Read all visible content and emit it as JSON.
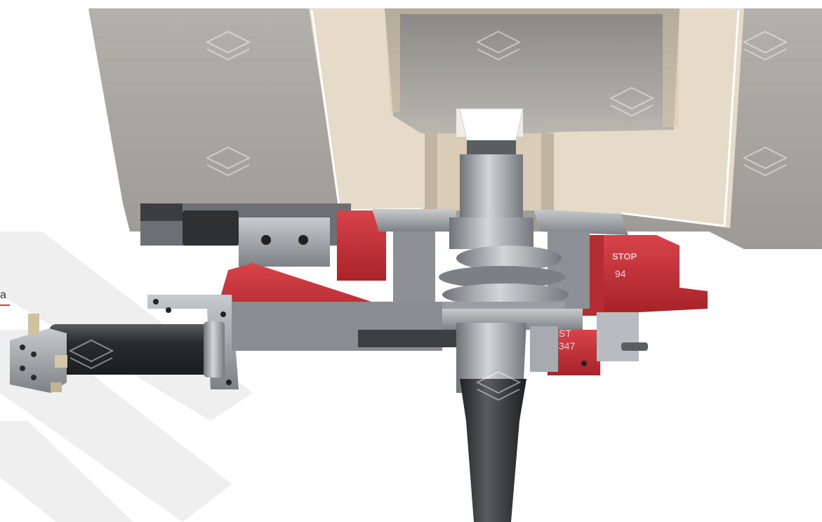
{
  "edge_text": "a",
  "stamps": {
    "right_ring_top": "STOP",
    "right_ring_num": "94",
    "center_block_top": "ST",
    "center_block_num": "347"
  },
  "colors": {
    "accent_red": "#c9353a",
    "steel": "#8e9296",
    "dark_steel": "#3a3d40",
    "concrete": "#a7a49f",
    "refractory": "#e7dcc9",
    "nozzle": "#2f3032",
    "watermark_shape": "#eeeeee"
  }
}
